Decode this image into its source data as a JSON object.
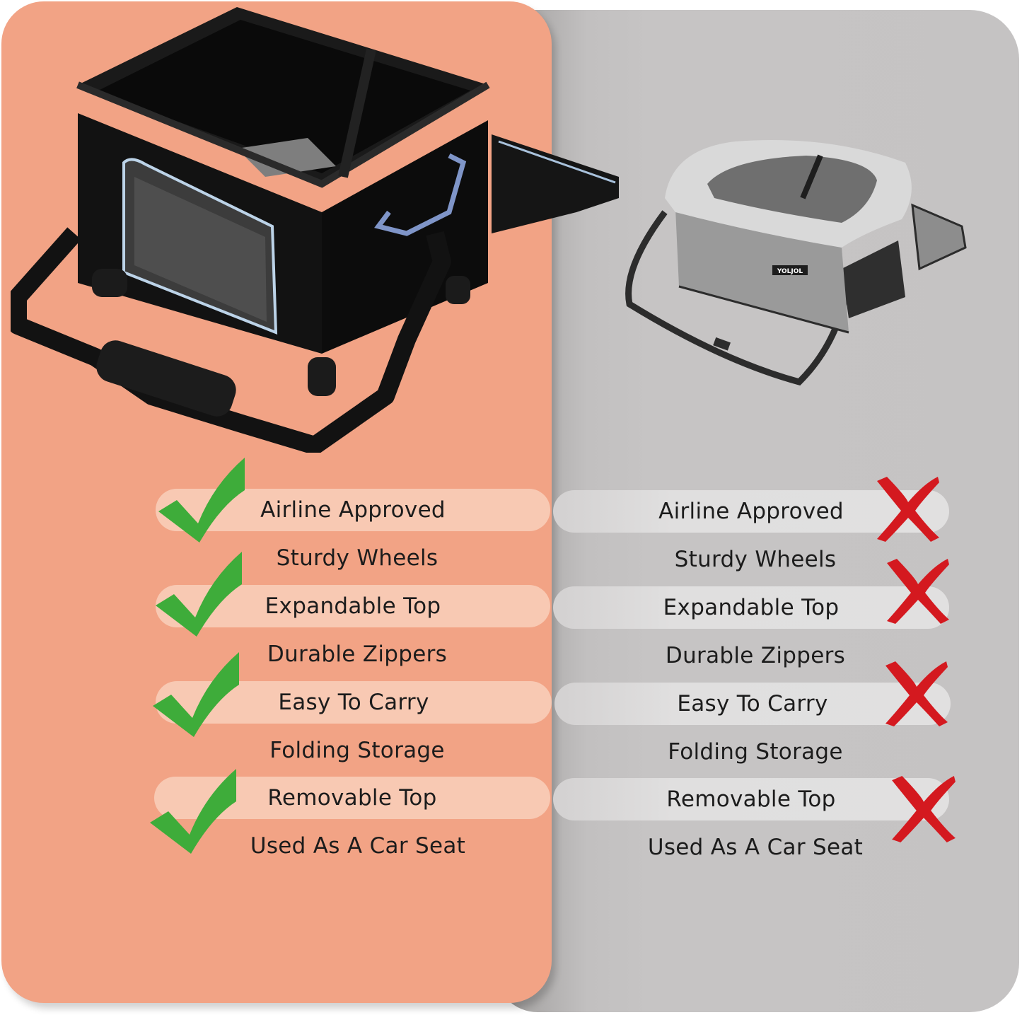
{
  "colors": {
    "left_panel": "#f2a385",
    "left_pill": "#f8c9b3",
    "right_panel": "#c5c3c3",
    "right_pill": "#e0dfdf",
    "check": "#3eac3a",
    "cross": "#d4191f",
    "text": "#1c1c1c"
  },
  "left": {
    "product": "Black rolling pet carrier with wheels, mesh window, expandable side and shoulder strap",
    "features": [
      {
        "label": "Airline Approved",
        "pill": true
      },
      {
        "label": "Sturdy Wheels",
        "pill": false
      },
      {
        "label": "Expandable Top",
        "pill": true
      },
      {
        "label": "Durable Zippers",
        "pill": false
      },
      {
        "label": "Easy To Carry",
        "pill": true
      },
      {
        "label": "Folding Storage",
        "pill": false
      },
      {
        "label": "Removable Top",
        "pill": true
      },
      {
        "label": "Used As A Car Seat",
        "pill": false
      }
    ],
    "marks": [
      "check-icon",
      "check-icon",
      "check-icon",
      "check-icon"
    ]
  },
  "right": {
    "product": "Gray plush pet booster seat with shoulder strap",
    "brand_tag": "YOLJOL",
    "features": [
      {
        "label": "Airline Approved",
        "pill": true
      },
      {
        "label": "Sturdy Wheels",
        "pill": false
      },
      {
        "label": "Expandable Top",
        "pill": true
      },
      {
        "label": "Durable Zippers",
        "pill": false
      },
      {
        "label": "Easy To Carry",
        "pill": true
      },
      {
        "label": "Folding Storage",
        "pill": false
      },
      {
        "label": "Removable Top",
        "pill": true
      },
      {
        "label": "Used As A Car Seat",
        "pill": false
      }
    ],
    "marks": [
      "cross-icon",
      "cross-icon",
      "cross-icon",
      "cross-icon"
    ]
  }
}
